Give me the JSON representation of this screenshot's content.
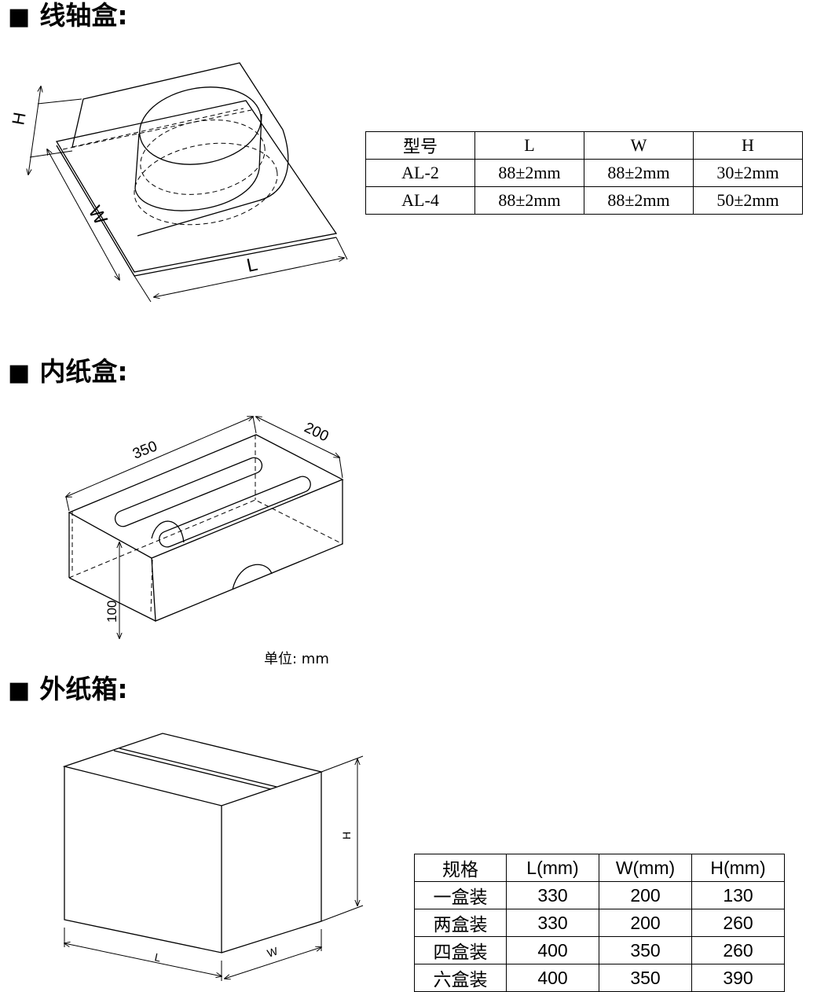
{
  "sections": {
    "spool_box": {
      "title": "线轴盒:",
      "bullet": "■"
    },
    "inner_box": {
      "title": "内纸盒:",
      "bullet": "■"
    },
    "outer_carton": {
      "title": "外纸箱:",
      "bullet": "■"
    }
  },
  "spool_drawing": {
    "labels": {
      "h": "H",
      "w": "W",
      "l": "L"
    }
  },
  "spool_table": {
    "headers": [
      "型号",
      "L",
      "W",
      "H"
    ],
    "rows": [
      [
        "AL-2",
        "88±2mm",
        "88±2mm",
        "30±2mm"
      ],
      [
        "AL-4",
        "88±2mm",
        "88±2mm",
        "50±2mm"
      ]
    ]
  },
  "inner_drawing": {
    "length": "350",
    "width": "200",
    "height": "100"
  },
  "unit_note": "单位: mm",
  "carton_drawing": {
    "labels": {
      "h": "H",
      "l": "L",
      "w": "W"
    }
  },
  "carton_table": {
    "headers": [
      "规格",
      "L(mm)",
      "W(mm)",
      "H(mm)"
    ],
    "rows": [
      [
        "一盒装",
        "330",
        "200",
        "130"
      ],
      [
        "两盒装",
        "330",
        "200",
        "260"
      ],
      [
        "四盒装",
        "400",
        "350",
        "260"
      ],
      [
        "六盒装",
        "400",
        "350",
        "390"
      ]
    ]
  }
}
